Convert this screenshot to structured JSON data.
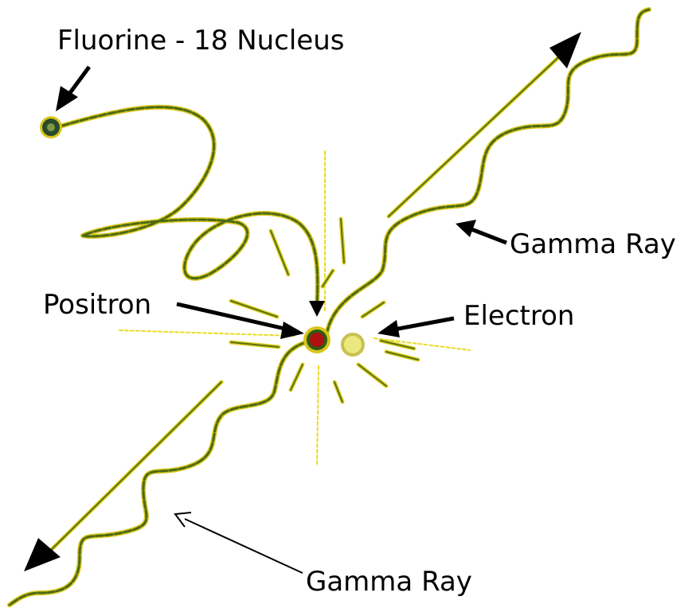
{
  "labels": {
    "nucleus": "Fluorine - 18 Nucleus",
    "positron": "Positron",
    "electron": "Electron",
    "gamma_upper": "Gamma Ray",
    "gamma_lower": "Gamma Ray"
  },
  "colors": {
    "positron": "#b01010",
    "electron": "#e8e060",
    "nucleus": "#2a4a2a",
    "path_outline": "#d9c51c",
    "path_core": "#4a6a14"
  },
  "icons": {
    "arrowheads": "filled-triangle-arrow"
  }
}
